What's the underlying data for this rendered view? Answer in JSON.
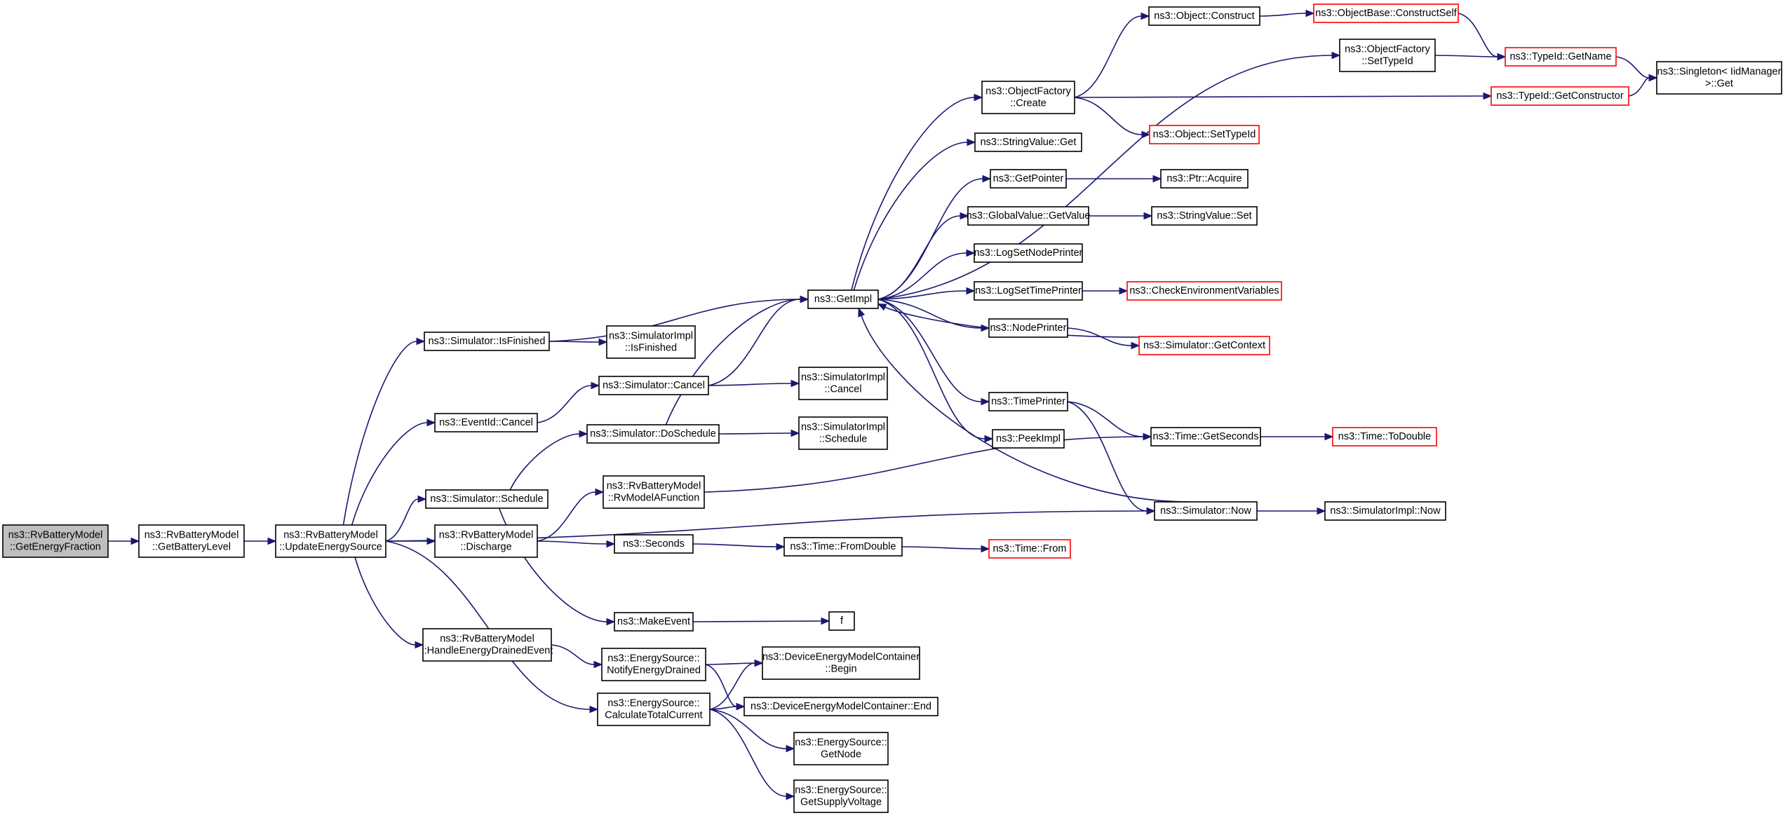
{
  "graph": {
    "nodes": [
      {
        "id": "root",
        "lines": [
          "ns3::RvBatteryModel",
          "::GetEnergyFraction"
        ],
        "style": "root"
      },
      {
        "id": "getbat",
        "lines": [
          "ns3::RvBatteryModel",
          "::GetBatteryLevel"
        ],
        "style": "normal"
      },
      {
        "id": "upd",
        "lines": [
          "ns3::RvBatteryModel",
          "::UpdateEnergySource"
        ],
        "style": "normal"
      },
      {
        "id": "isfin",
        "lines": [
          "ns3::Simulator::IsFinished"
        ],
        "style": "normal"
      },
      {
        "id": "evcancel",
        "lines": [
          "ns3::EventId::Cancel"
        ],
        "style": "normal"
      },
      {
        "id": "sched",
        "lines": [
          "ns3::Simulator::Schedule"
        ],
        "style": "normal"
      },
      {
        "id": "disch",
        "lines": [
          "ns3::RvBatteryModel",
          "::Discharge"
        ],
        "style": "normal"
      },
      {
        "id": "handle",
        "lines": [
          "ns3::RvBatteryModel",
          "::HandleEnergyDrainedEvent"
        ],
        "style": "normal"
      },
      {
        "id": "siIsfin",
        "lines": [
          "ns3::SimulatorImpl",
          "::IsFinished"
        ],
        "style": "normal"
      },
      {
        "id": "simcancel",
        "lines": [
          "ns3::Simulator::Cancel"
        ],
        "style": "normal"
      },
      {
        "id": "dosched",
        "lines": [
          "ns3::Simulator::DoSchedule"
        ],
        "style": "normal"
      },
      {
        "id": "rvfunc",
        "lines": [
          "ns3::RvBatteryModel",
          "::RvModelAFunction"
        ],
        "style": "normal"
      },
      {
        "id": "seconds",
        "lines": [
          "ns3::Seconds"
        ],
        "style": "normal"
      },
      {
        "id": "makeev",
        "lines": [
          "ns3::MakeEvent"
        ],
        "style": "normal"
      },
      {
        "id": "notify",
        "lines": [
          "ns3::EnergySource::",
          "NotifyEnergyDrained"
        ],
        "style": "normal"
      },
      {
        "id": "calc",
        "lines": [
          "ns3::EnergySource::",
          "CalculateTotalCurrent"
        ],
        "style": "normal"
      },
      {
        "id": "getimpl",
        "lines": [
          "ns3::GetImpl"
        ],
        "style": "normal"
      },
      {
        "id": "siCancel",
        "lines": [
          "ns3::SimulatorImpl",
          "::Cancel"
        ],
        "style": "normal"
      },
      {
        "id": "siSched",
        "lines": [
          "ns3::SimulatorImpl",
          "::Schedule"
        ],
        "style": "normal"
      },
      {
        "id": "fromdouble",
        "lines": [
          "ns3::Time::FromDouble"
        ],
        "style": "normal"
      },
      {
        "id": "f",
        "lines": [
          "f"
        ],
        "style": "normal"
      },
      {
        "id": "demBegin",
        "lines": [
          "ns3::DeviceEnergyModelContainer",
          "::Begin"
        ],
        "style": "normal"
      },
      {
        "id": "demEnd",
        "lines": [
          "ns3::DeviceEnergyModelContainer::End"
        ],
        "style": "normal"
      },
      {
        "id": "getnode",
        "lines": [
          "ns3::EnergySource::",
          "GetNode"
        ],
        "style": "normal"
      },
      {
        "id": "getsupply",
        "lines": [
          "ns3::EnergySource::",
          "GetSupplyVoltage"
        ],
        "style": "normal"
      },
      {
        "id": "ofcreate",
        "lines": [
          "ns3::ObjectFactory",
          "::Create"
        ],
        "style": "normal"
      },
      {
        "id": "svget",
        "lines": [
          "ns3::StringValue::Get"
        ],
        "style": "normal"
      },
      {
        "id": "getptr",
        "lines": [
          "ns3::GetPointer"
        ],
        "style": "normal"
      },
      {
        "id": "gvget",
        "lines": [
          "ns3::GlobalValue::GetValue"
        ],
        "style": "normal"
      },
      {
        "id": "lsnp",
        "lines": [
          "ns3::LogSetNodePrinter"
        ],
        "style": "normal"
      },
      {
        "id": "lstp",
        "lines": [
          "ns3::LogSetTimePrinter"
        ],
        "style": "normal"
      },
      {
        "id": "nodeprinter",
        "lines": [
          "ns3::NodePrinter"
        ],
        "style": "normal"
      },
      {
        "id": "timeprinter",
        "lines": [
          "ns3::TimePrinter"
        ],
        "style": "normal"
      },
      {
        "id": "peekimpl",
        "lines": [
          "ns3::PeekImpl"
        ],
        "style": "normal"
      },
      {
        "id": "timefrom",
        "lines": [
          "ns3::Time::From"
        ],
        "style": "red"
      },
      {
        "id": "objconstruct",
        "lines": [
          "ns3::Object::Construct"
        ],
        "style": "normal"
      },
      {
        "id": "ofsettype",
        "lines": [
          "ns3::ObjectFactory",
          "::SetTypeId"
        ],
        "style": "normal"
      },
      {
        "id": "objsettype",
        "lines": [
          "ns3::Object::SetTypeId"
        ],
        "style": "red"
      },
      {
        "id": "ptracq",
        "lines": [
          "ns3::Ptr::Acquire"
        ],
        "style": "normal"
      },
      {
        "id": "svset",
        "lines": [
          "ns3::StringValue::Set"
        ],
        "style": "normal"
      },
      {
        "id": "checkenv",
        "lines": [
          "ns3::CheckEnvironmentVariables"
        ],
        "style": "red"
      },
      {
        "id": "getctx",
        "lines": [
          "ns3::Simulator::GetContext"
        ],
        "style": "red"
      },
      {
        "id": "getsec",
        "lines": [
          "ns3::Time::GetSeconds"
        ],
        "style": "normal"
      },
      {
        "id": "simnow",
        "lines": [
          "ns3::Simulator::Now"
        ],
        "style": "normal"
      },
      {
        "id": "objbase",
        "lines": [
          "ns3::ObjectBase::ConstructSelf"
        ],
        "style": "red"
      },
      {
        "id": "typename",
        "lines": [
          "ns3::TypeId::GetName"
        ],
        "style": "red"
      },
      {
        "id": "typector",
        "lines": [
          "ns3::TypeId::GetConstructor"
        ],
        "style": "red"
      },
      {
        "id": "todouble",
        "lines": [
          "ns3::Time::ToDouble"
        ],
        "style": "red"
      },
      {
        "id": "siNow",
        "lines": [
          "ns3::SimulatorImpl::Now"
        ],
        "style": "normal"
      },
      {
        "id": "singleton",
        "lines": [
          "ns3::Singleton< IidManager",
          ">::Get"
        ],
        "style": "normal"
      }
    ],
    "edges": [
      [
        "root",
        "getbat"
      ],
      [
        "getbat",
        "upd"
      ],
      [
        "upd",
        "isfin"
      ],
      [
        "upd",
        "evcancel"
      ],
      [
        "upd",
        "sched"
      ],
      [
        "upd",
        "disch"
      ],
      [
        "upd",
        "handle"
      ],
      [
        "upd",
        "calc"
      ],
      [
        "upd",
        "simnow"
      ],
      [
        "isfin",
        "getimpl"
      ],
      [
        "isfin",
        "siIsfin"
      ],
      [
        "evcancel",
        "simcancel"
      ],
      [
        "sched",
        "dosched"
      ],
      [
        "sched",
        "makeev"
      ],
      [
        "disch",
        "rvfunc"
      ],
      [
        "disch",
        "seconds"
      ],
      [
        "handle",
        "notify"
      ],
      [
        "simcancel",
        "getimpl"
      ],
      [
        "simcancel",
        "siCancel"
      ],
      [
        "dosched",
        "getimpl"
      ],
      [
        "dosched",
        "siSched"
      ],
      [
        "rvfunc",
        "getsec"
      ],
      [
        "seconds",
        "fromdouble"
      ],
      [
        "fromdouble",
        "timefrom"
      ],
      [
        "makeev",
        "f"
      ],
      [
        "notify",
        "demBegin"
      ],
      [
        "notify",
        "demEnd"
      ],
      [
        "calc",
        "demBegin"
      ],
      [
        "calc",
        "demEnd"
      ],
      [
        "calc",
        "getnode"
      ],
      [
        "calc",
        "getsupply"
      ],
      [
        "getimpl",
        "ofcreate"
      ],
      [
        "getimpl",
        "ofsettype"
      ],
      [
        "getimpl",
        "svget"
      ],
      [
        "getimpl",
        "getptr"
      ],
      [
        "getimpl",
        "gvget"
      ],
      [
        "getimpl",
        "lsnp"
      ],
      [
        "getimpl",
        "lstp"
      ],
      [
        "getimpl",
        "nodeprinter"
      ],
      [
        "getimpl",
        "timeprinter"
      ],
      [
        "getimpl",
        "peekimpl"
      ],
      [
        "ofcreate",
        "objconstruct"
      ],
      [
        "ofcreate",
        "typector"
      ],
      [
        "ofcreate",
        "objsettype"
      ],
      [
        "objconstruct",
        "objbase"
      ],
      [
        "objbase",
        "typename"
      ],
      [
        "ofsettype",
        "typename"
      ],
      [
        "typename",
        "singleton"
      ],
      [
        "typector",
        "singleton"
      ],
      [
        "getptr",
        "ptracq"
      ],
      [
        "gvget",
        "svset"
      ],
      [
        "lstp",
        "checkenv"
      ],
      [
        "nodeprinter",
        "getctx"
      ],
      [
        "getctx",
        "getimpl"
      ],
      [
        "timeprinter",
        "getsec"
      ],
      [
        "timeprinter",
        "simnow"
      ],
      [
        "getsec",
        "todouble"
      ],
      [
        "simnow",
        "getimpl"
      ],
      [
        "simnow",
        "siNow"
      ]
    ]
  }
}
